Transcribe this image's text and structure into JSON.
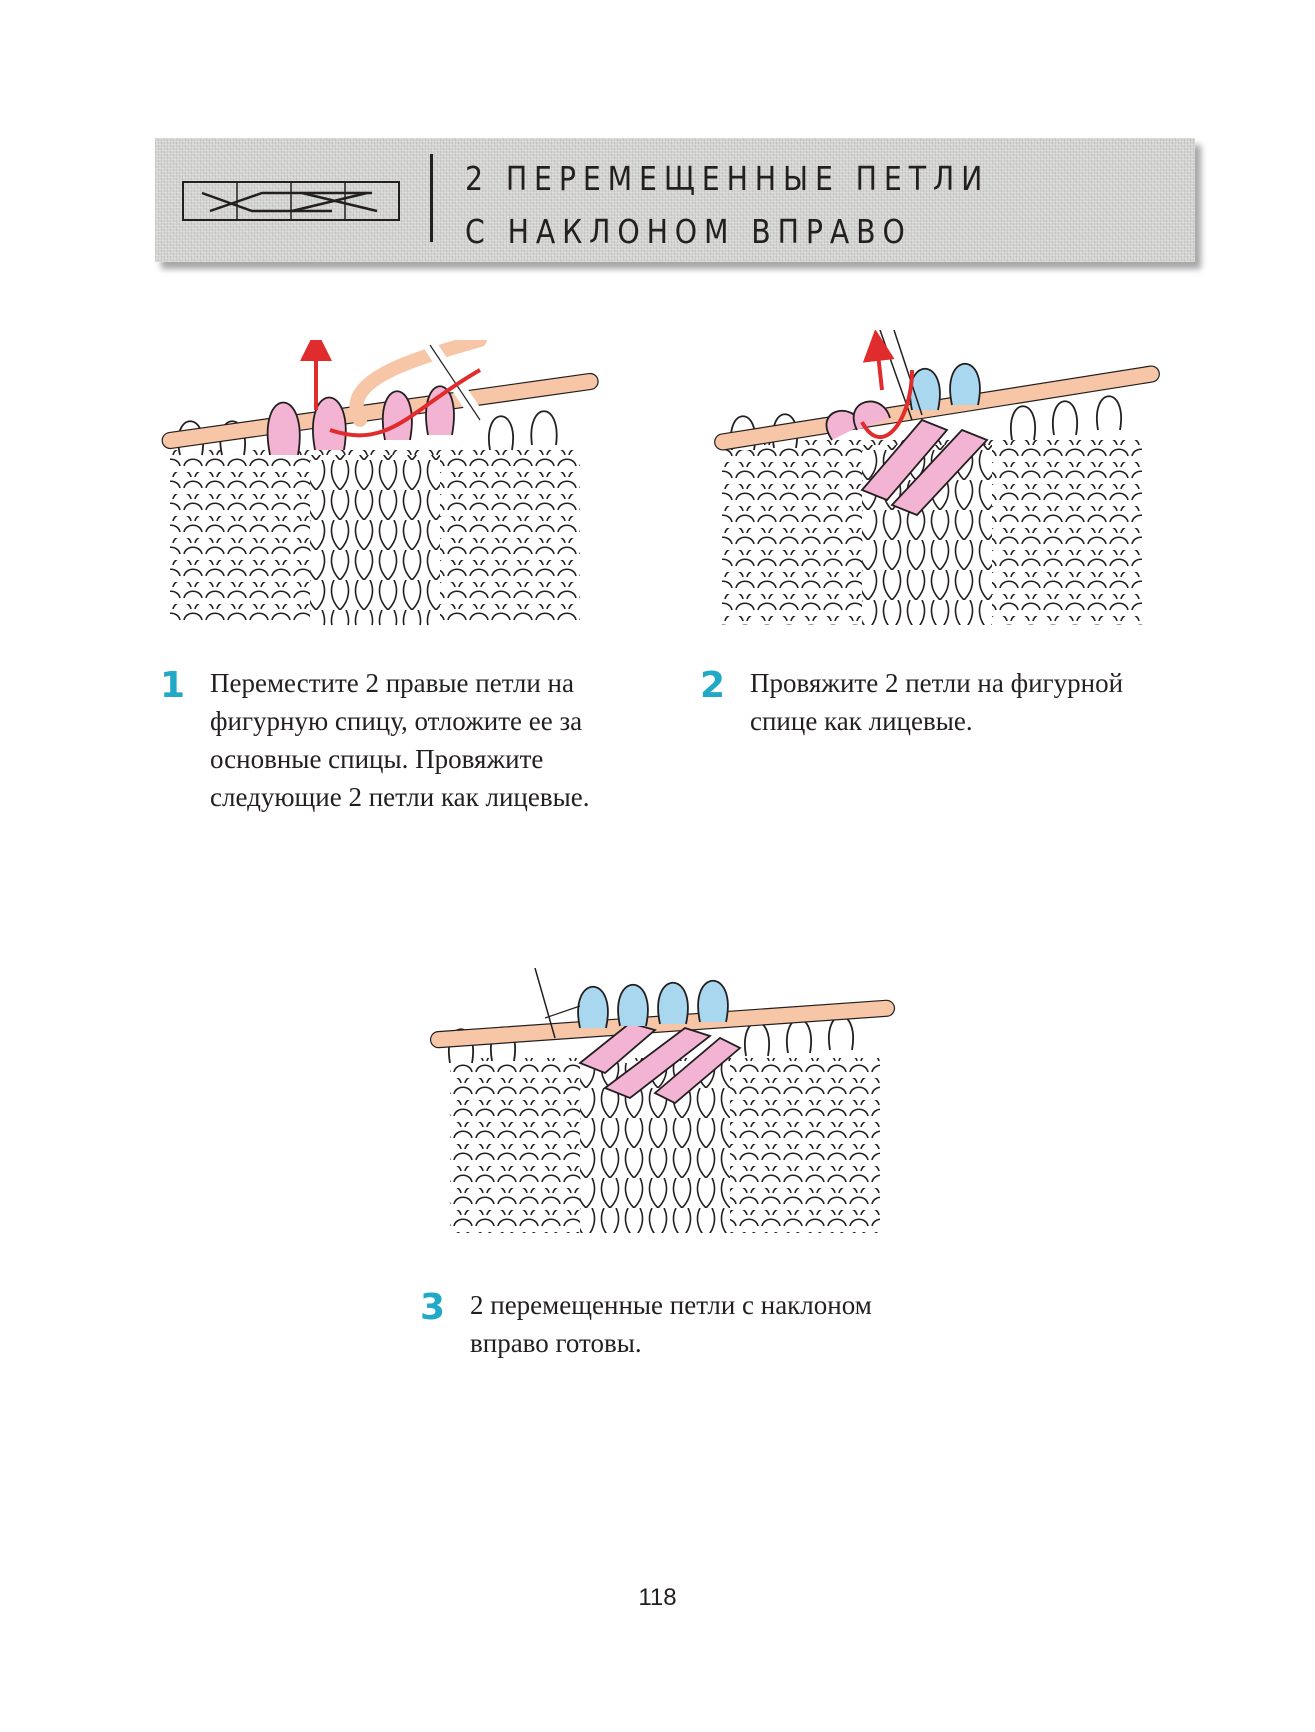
{
  "header": {
    "title_line1": "2 ПЕРЕМЕЩЕННЫЕ ПЕТЛИ",
    "title_line2": "С НАКЛОНОМ ВПРАВО"
  },
  "steps": [
    {
      "number": "1",
      "text": "Переместите 2 правые петли на фигурную спицу, отложите ее за основные спицы. Провяжите следующие 2 петли как лицевые."
    },
    {
      "number": "2",
      "text": "Провяжите 2 петли на фигурной спице как лицевые."
    },
    {
      "number": "3",
      "text": "2 перемещенные петли с наклоном вправо готовы."
    }
  ],
  "page_number": "118",
  "colors": {
    "accent_number": "#22a9c8",
    "needle": "#f7c6a6",
    "moved_loops": "#f3b3d3",
    "knitted_loops": "#a9d7ef",
    "arrow": "#e02c2c",
    "ink": "#231f20"
  }
}
